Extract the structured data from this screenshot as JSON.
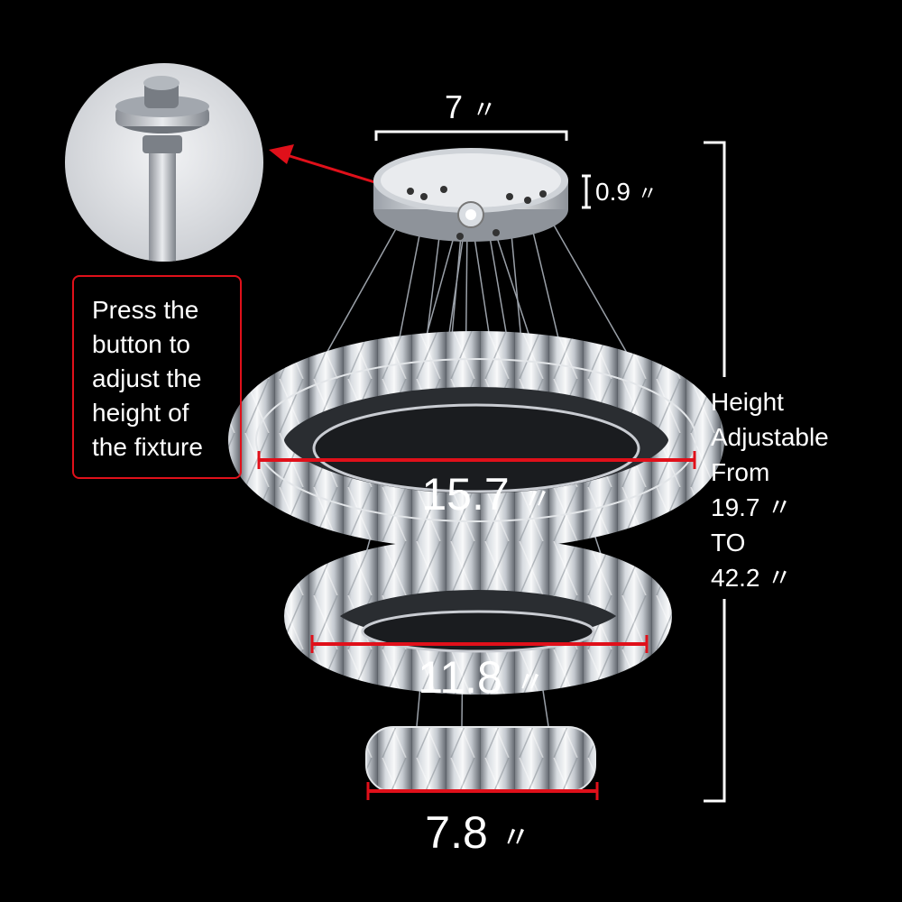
{
  "dimensions": {
    "canopy_width": "7",
    "canopy_height": "0.9",
    "ring_large": "15.7",
    "ring_medium": "11.8",
    "ring_small": "7.8",
    "inch_mark": "〃"
  },
  "note": {
    "lines": [
      "Press the",
      "button to",
      "adjust the",
      "height of",
      "the fixture"
    ]
  },
  "height": {
    "lines": [
      "Height",
      "Adjustable",
      "From",
      "19.7 〃",
      "TO",
      "42.2 〃"
    ]
  },
  "colors": {
    "accent_red": "#e0101a",
    "background": "#000000",
    "text": "#ffffff",
    "chrome": "#c9ccd2"
  },
  "icons": {
    "detail": "button-closeup-icon",
    "arrow": "red-arrow-icon"
  }
}
